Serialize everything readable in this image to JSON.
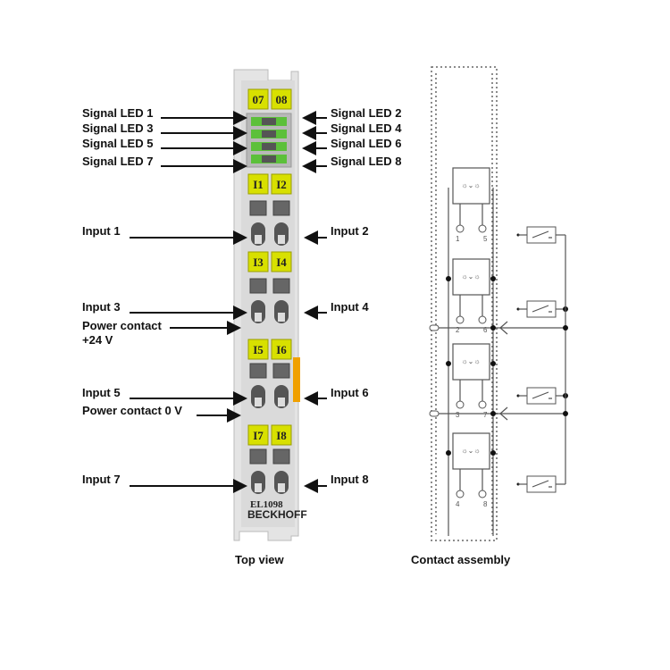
{
  "terminal": {
    "model": "EL1098",
    "brand": "BECKHOFF",
    "tags": [
      [
        "07",
        "08"
      ],
      [
        "I1",
        "I2"
      ],
      [
        "I3",
        "I4"
      ],
      [
        "I5",
        "I6"
      ],
      [
        "I7",
        "I8"
      ]
    ],
    "colors": {
      "tag": "#d8e000",
      "led": "#5cc03a",
      "body": "#dcdcdc",
      "power": "#f0a000"
    }
  },
  "left_labels": {
    "signal_led_1": "Signal LED 1",
    "signal_led_3": "Signal LED 3",
    "signal_led_5": "Signal LED 5",
    "signal_led_7": "Signal LED 7",
    "input_1": "Input 1",
    "input_3": "Input 3",
    "power_24_line1": "Power contact",
    "power_24_line2": "+24 V",
    "input_5": "Input 5",
    "power_0": "Power contact 0 V",
    "input_7": "Input 7"
  },
  "right_labels": {
    "signal_led_2": "Signal LED 2",
    "signal_led_4": "Signal LED 4",
    "signal_led_6": "Signal LED 6",
    "signal_led_8": "Signal LED 8",
    "input_2": "Input 2",
    "input_4": "Input 4",
    "input_6": "Input 6",
    "input_8": "Input 8"
  },
  "captions": {
    "top_view": "Top view",
    "contact_assembly": "Contact assembly"
  },
  "contact_numbers": [
    [
      "1",
      "5"
    ],
    [
      "2",
      "6"
    ],
    [
      "3",
      "7"
    ],
    [
      "4",
      "8"
    ]
  ]
}
